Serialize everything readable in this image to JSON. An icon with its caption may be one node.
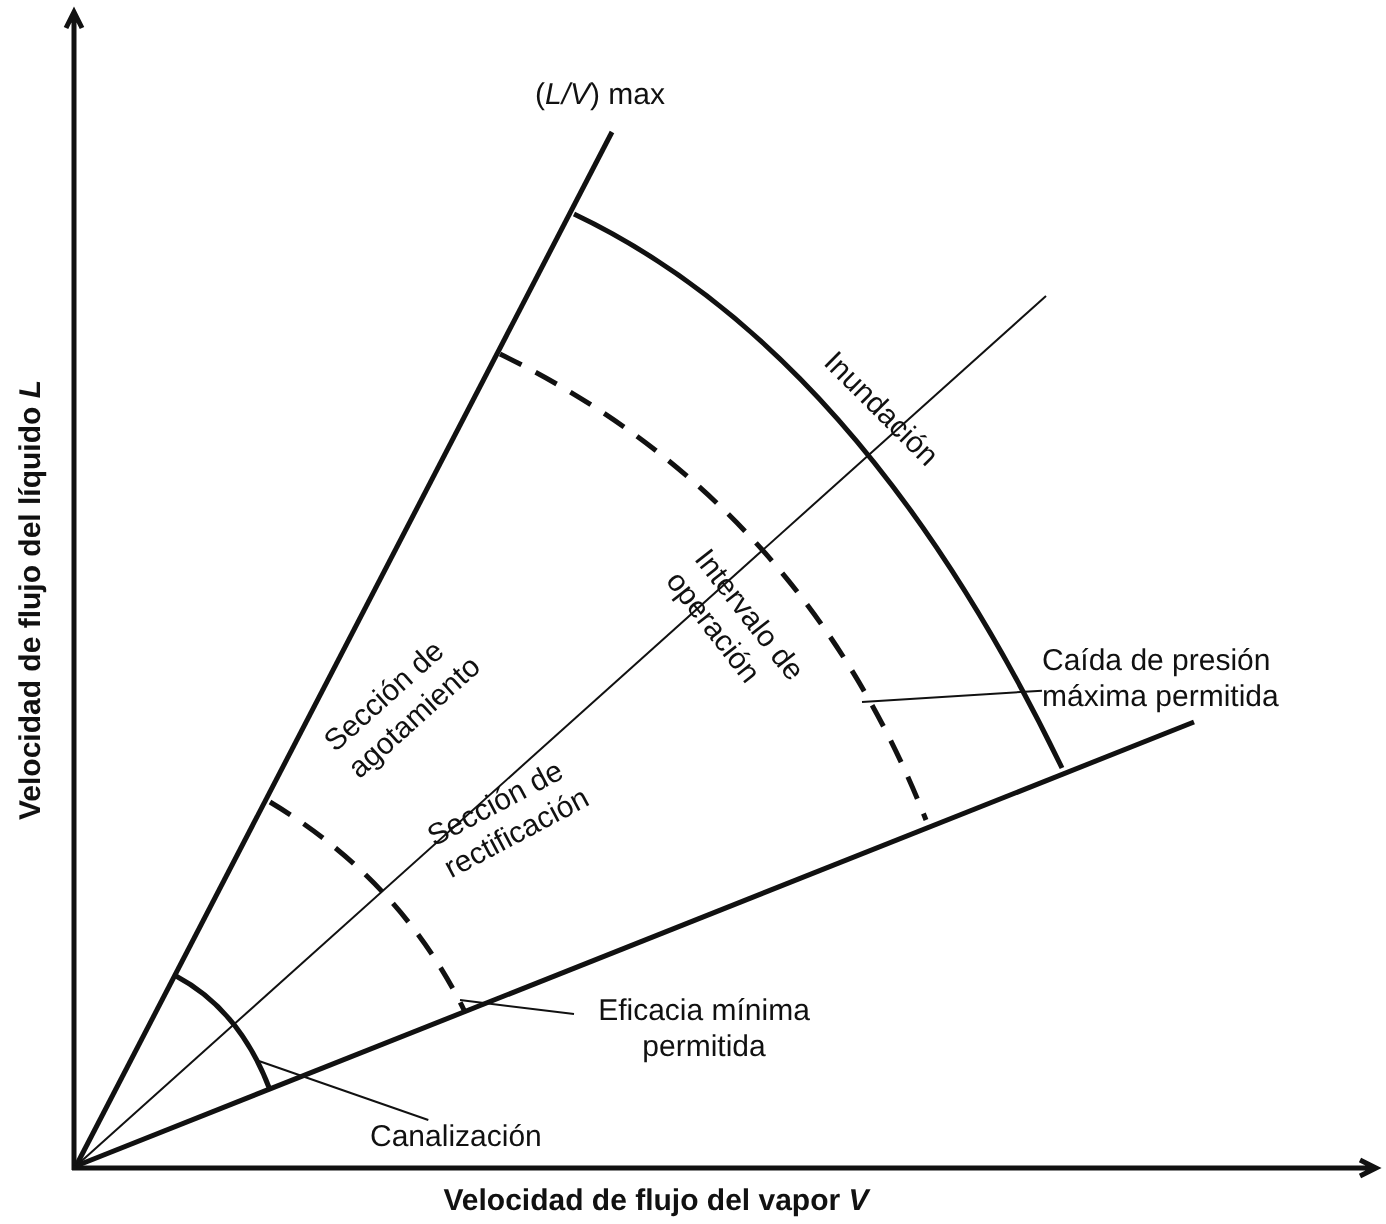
{
  "diagram": {
    "nodes": [
      {
        "text": [
          "Caída de presión máxima permitida"
        ]
      },
      {
        "text": [
          "Eficacia mínima permitida"
        ]
      },
      {
        "text": [
          "Canalización"
        ]
      }
    ],
    "edges": [
      {
        "from": 0,
        "to": null,
        "arrow": "none"
      },
      {
        "from": 1,
        "to": null,
        "arrow": "none"
      },
      {
        "from": 2,
        "to": null,
        "arrow": "none"
      }
    ],
    "labels": [
      "(*L/V*) max",
      "Inundación",
      "Intervalo de operación",
      "Sección de agotamiento",
      "Sección de rectificación",
      "Velocidad de flujo del líquido *L*",
      "Velocidad de flujo del vapor *V*"
    ]
  }
}
